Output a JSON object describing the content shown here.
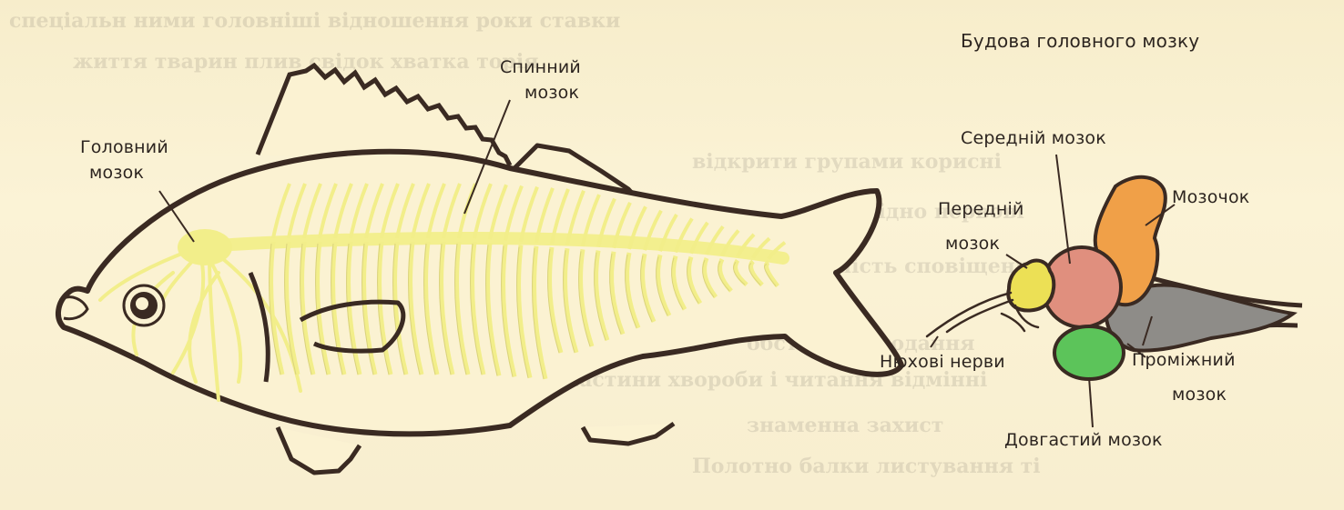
{
  "figure": {
    "brain_title": "Будова головного мозку",
    "fish_labels": {
      "brain": [
        "Головний",
        "мозок"
      ],
      "spinal_cord": [
        "Спинний",
        "мозок"
      ]
    },
    "brain_labels": {
      "midbrain": "Середній мозок",
      "cerebellum": "Мозочок",
      "forebrain": [
        "Передній",
        "мозок"
      ],
      "olfactory_nerves": "Нюхові нерви",
      "diencephalon": [
        "Проміжний",
        "мозок"
      ],
      "medulla": "Довгастий мозок"
    }
  },
  "colors": {
    "outline": "#3a2a22",
    "nerves": "#f2ee8a",
    "forebrain": "#ece055",
    "midbrain": "#e08f7e",
    "cerebellum": "#f0a048",
    "diencephalon": "#5cc45a",
    "medulla": "#8e8c88"
  }
}
